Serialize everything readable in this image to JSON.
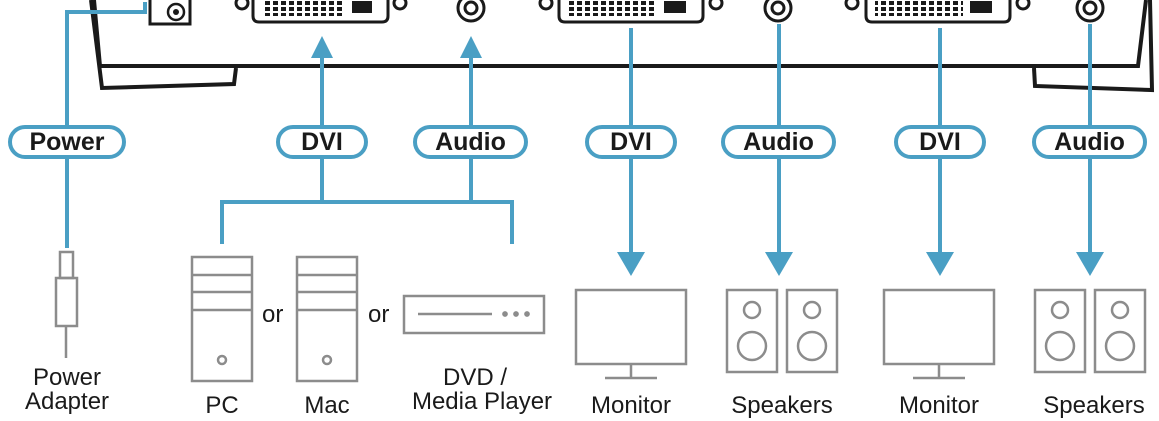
{
  "connection_labels": {
    "power": "Power",
    "dvi_in": "DVI",
    "audio_in": "Audio",
    "dvi_out_1": "DVI",
    "audio_out_1": "Audio",
    "dvi_out_2": "DVI",
    "audio_out_2": "Audio"
  },
  "device_labels": {
    "power_adapter_line1": "Power",
    "power_adapter_line2": "Adapter",
    "pc": "PC",
    "mac": "Mac",
    "dvd_line1": "DVD /",
    "dvd_line2": "Media Player",
    "monitor_1": "Monitor",
    "speakers_1": "Speakers",
    "monitor_2": "Monitor",
    "speakers_2": "Speakers"
  },
  "connectors": {
    "or_1": "or",
    "or_2": "or"
  },
  "colors": {
    "line_blue": "#4a9fc4",
    "outline_gray": "#8c8c8c",
    "device_black": "#1a1a1a",
    "background": "#ffffff"
  }
}
